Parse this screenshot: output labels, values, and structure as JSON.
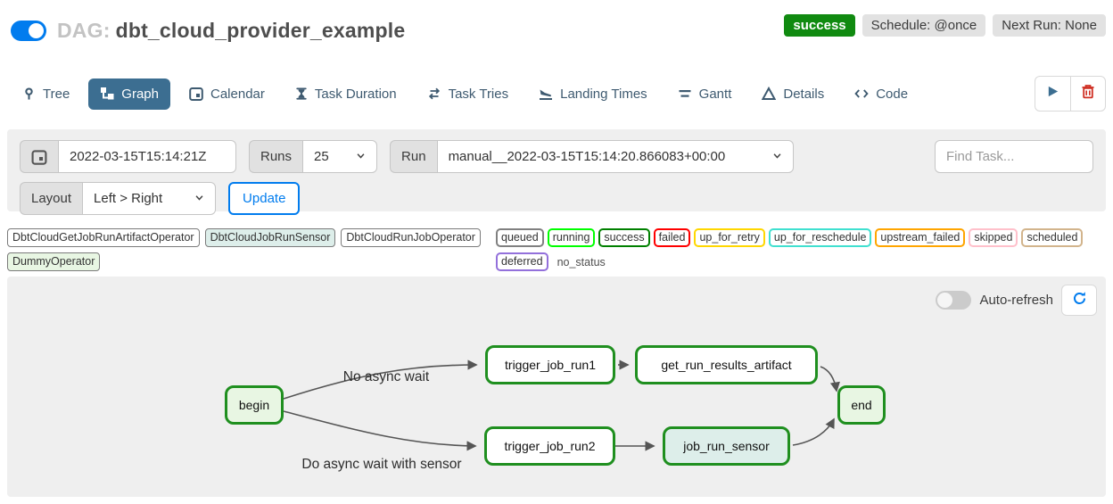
{
  "header": {
    "dag_prefix": "DAG:",
    "dag_name": "dbt_cloud_provider_example",
    "status_badge": "success",
    "schedule_badge": "Schedule: @once",
    "next_run_badge": "Next Run: None"
  },
  "tabs": [
    {
      "label": "Tree",
      "icon": "pin-icon",
      "active": false
    },
    {
      "label": "Graph",
      "icon": "sitemap-icon",
      "active": true
    },
    {
      "label": "Calendar",
      "icon": "calendar-icon",
      "active": false
    },
    {
      "label": "Task Duration",
      "icon": "hourglass-icon",
      "active": false
    },
    {
      "label": "Task Tries",
      "icon": "repeat-icon",
      "active": false
    },
    {
      "label": "Landing Times",
      "icon": "plane-landing-icon",
      "active": false
    },
    {
      "label": "Gantt",
      "icon": "gantt-icon",
      "active": false
    },
    {
      "label": "Details",
      "icon": "triangle-icon",
      "active": false
    },
    {
      "label": "Code",
      "icon": "code-icon",
      "active": false
    }
  ],
  "filters": {
    "base_date_value": "2022-03-15T15:14:21Z",
    "runs_label": "Runs",
    "runs_value": "25",
    "run_label": "Run",
    "run_value": "manual__2022-03-15T15:14:20.866083+00:00",
    "find_task_placeholder": "Find Task...",
    "layout_label": "Layout",
    "layout_value": "Left > Right",
    "update_label": "Update"
  },
  "legend": {
    "operators": [
      {
        "label": "DbtCloudGetJobRunArtifactOperator",
        "fill": "#ffffff"
      },
      {
        "label": "DbtCloudJobRunSensor",
        "fill": "#ddeeea"
      },
      {
        "label": "DbtCloudRunJobOperator",
        "fill": "#ffffff"
      },
      {
        "label": "DummyOperator",
        "fill": "#e8f6e3"
      }
    ],
    "states": [
      {
        "label": "queued",
        "border": "#808080"
      },
      {
        "label": "running",
        "border": "#00ff00"
      },
      {
        "label": "success",
        "border": "#008000"
      },
      {
        "label": "failed",
        "border": "#ff0000"
      },
      {
        "label": "up_for_retry",
        "border": "#ffd700"
      },
      {
        "label": "up_for_reschedule",
        "border": "#40e0d0"
      },
      {
        "label": "upstream_failed",
        "border": "#ffa500"
      },
      {
        "label": "skipped",
        "border": "#ffc0cb"
      },
      {
        "label": "scheduled",
        "border": "#d2b48c"
      },
      {
        "label": "deferred",
        "border": "#9370db"
      }
    ],
    "no_status_label": "no_status"
  },
  "graph": {
    "auto_refresh_label": "Auto-refresh",
    "auto_refresh_on": false,
    "nodes": [
      {
        "id": "begin",
        "label": "begin",
        "fill": "#e8f6e3"
      },
      {
        "id": "trigger_job_run1",
        "label": "trigger_job_run1",
        "fill": "#ffffff"
      },
      {
        "id": "get_run_results_artifact",
        "label": "get_run_results_artifact",
        "fill": "#ffffff"
      },
      {
        "id": "trigger_job_run2",
        "label": "trigger_job_run2",
        "fill": "#ffffff"
      },
      {
        "id": "job_run_sensor",
        "label": "job_run_sensor",
        "fill": "#ddeeea"
      },
      {
        "id": "end",
        "label": "end",
        "fill": "#e8f6e3"
      }
    ],
    "edges": [
      {
        "from": "begin",
        "to": "trigger_job_run1",
        "label": "No async wait"
      },
      {
        "from": "begin",
        "to": "trigger_job_run2",
        "label": "Do async wait with sensor"
      },
      {
        "from": "trigger_job_run1",
        "to": "get_run_results_artifact",
        "label": ""
      },
      {
        "from": "get_run_results_artifact",
        "to": "end",
        "label": ""
      },
      {
        "from": "trigger_job_run2",
        "to": "job_run_sensor",
        "label": ""
      },
      {
        "from": "job_run_sensor",
        "to": "end",
        "label": ""
      }
    ]
  },
  "colors": {
    "accent_blue": "#017cee",
    "active_tab_bg": "#3c6e91",
    "success_badge_green": "#108a10",
    "node_border_green": "#1f8f1f",
    "edge_gray": "#555555",
    "panel_gray": "#efefef",
    "trash_red": "#cf2e22"
  }
}
